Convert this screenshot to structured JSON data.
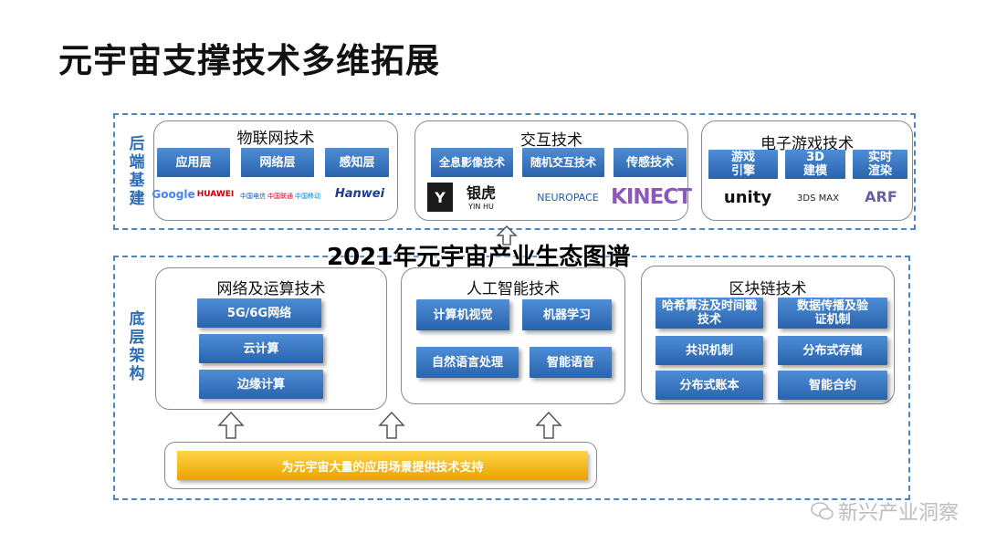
{
  "title": "元宇宙支撑技术多维拓展",
  "overlay_caption": "2021年元宇宙产业生态图谱",
  "watermark": "新兴产业洞察",
  "backend": {
    "label": "后端基建",
    "groups": [
      {
        "title": "物联网技术",
        "chips": [
          "应用层",
          "网络层",
          "感知层"
        ],
        "logos": [
          "Google",
          "HUAWEI",
          "中国电信",
          "中国联通",
          "中国移动",
          "Hanwei"
        ]
      },
      {
        "title": "交互技术",
        "chips": [
          "全息影像技术",
          "随机交互技术",
          "传感技术"
        ],
        "logos": [
          "银虎",
          "YIN HU",
          "NEUROPACE",
          "KINECT"
        ]
      },
      {
        "title": "电子游戏技术",
        "chips": [
          "游戏引擎",
          "3D建模",
          "实时渲染"
        ],
        "logos": [
          "unity",
          "3DS MAX",
          "ARF"
        ]
      }
    ]
  },
  "infra": {
    "label": "底层架构",
    "groups": [
      {
        "title": "网络及运算技术",
        "chips": [
          "5G/6G网络",
          "云计算",
          "边缘计算"
        ]
      },
      {
        "title": "人工智能技术",
        "chips": [
          "计算机视觉",
          "机器学习",
          "自然语言处理",
          "智能语音"
        ]
      },
      {
        "title": "区块链技术",
        "chips": [
          "哈希算法及时间戳技术",
          "数据传播及验证机制",
          "共识机制",
          "分布式存储",
          "分布式账本",
          "智能合约"
        ]
      }
    ],
    "support": "为元宇宙大量的应用场景提供技术支持"
  },
  "colors": {
    "accent": "#2c6db3",
    "chip": "#3a78c4",
    "support": "#f5b800",
    "dash": "#4a86c5"
  }
}
